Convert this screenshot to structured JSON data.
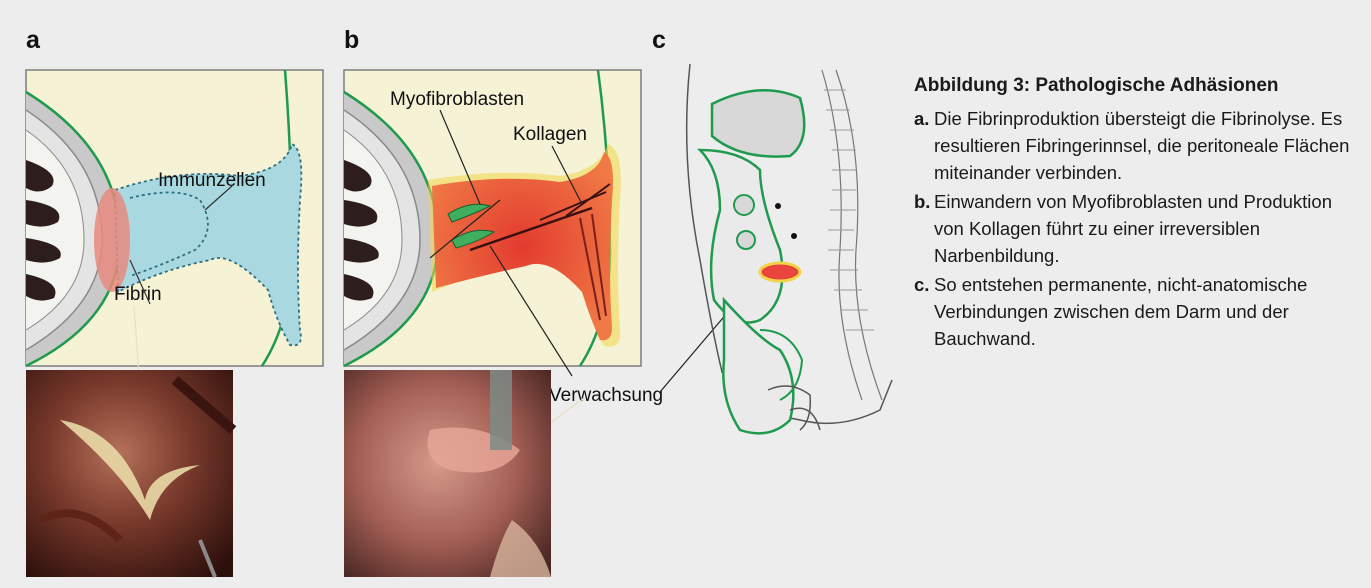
{
  "panels": {
    "a": {
      "letter": "a",
      "labels": {
        "immunzellen": "Immunzellen",
        "fibrin": "Fibrin"
      }
    },
    "b": {
      "letter": "b",
      "labels": {
        "myofibroblasten": "Myofibroblasten",
        "kollagen": "Kollagen",
        "verwachsung": "Verwachsung"
      }
    },
    "c": {
      "letter": "c"
    }
  },
  "caption": {
    "title": "Abbildung 3: Pathologische Adhäsionen",
    "items": [
      {
        "key": "a.",
        "text": "Die Fibrinproduktion übersteigt die Fibrinolyse. Es resultieren Fibringerinnsel, die peritoneale Flächen miteinander verbinden."
      },
      {
        "key": "b.",
        "text": "Einwandern von Myofibroblasten und Produktion von Kollagen führt zu einer irreversiblen Narbenbildung."
      },
      {
        "key": "c.",
        "text": "So entstehen permanente, nicht-anatomische Verbindungen zwischen dem Darm und der Bauchwand."
      }
    ]
  },
  "colors": {
    "background": "#ededed",
    "panel_fill": "#f6f2d6",
    "outline_green": "#1f9a4e",
    "immune_blue": "#a9d8e0",
    "fibrin_pink": "#e88a7e",
    "adhesion_red": "#e8463c",
    "adhesion_glow": "#f2d54a"
  },
  "icons": {
    "photo_a": "laparoscopic-fibrin-photo",
    "photo_b": "laparoscopic-adhesion-photo",
    "panel_c": "sagittal-abdomen-drawing"
  }
}
